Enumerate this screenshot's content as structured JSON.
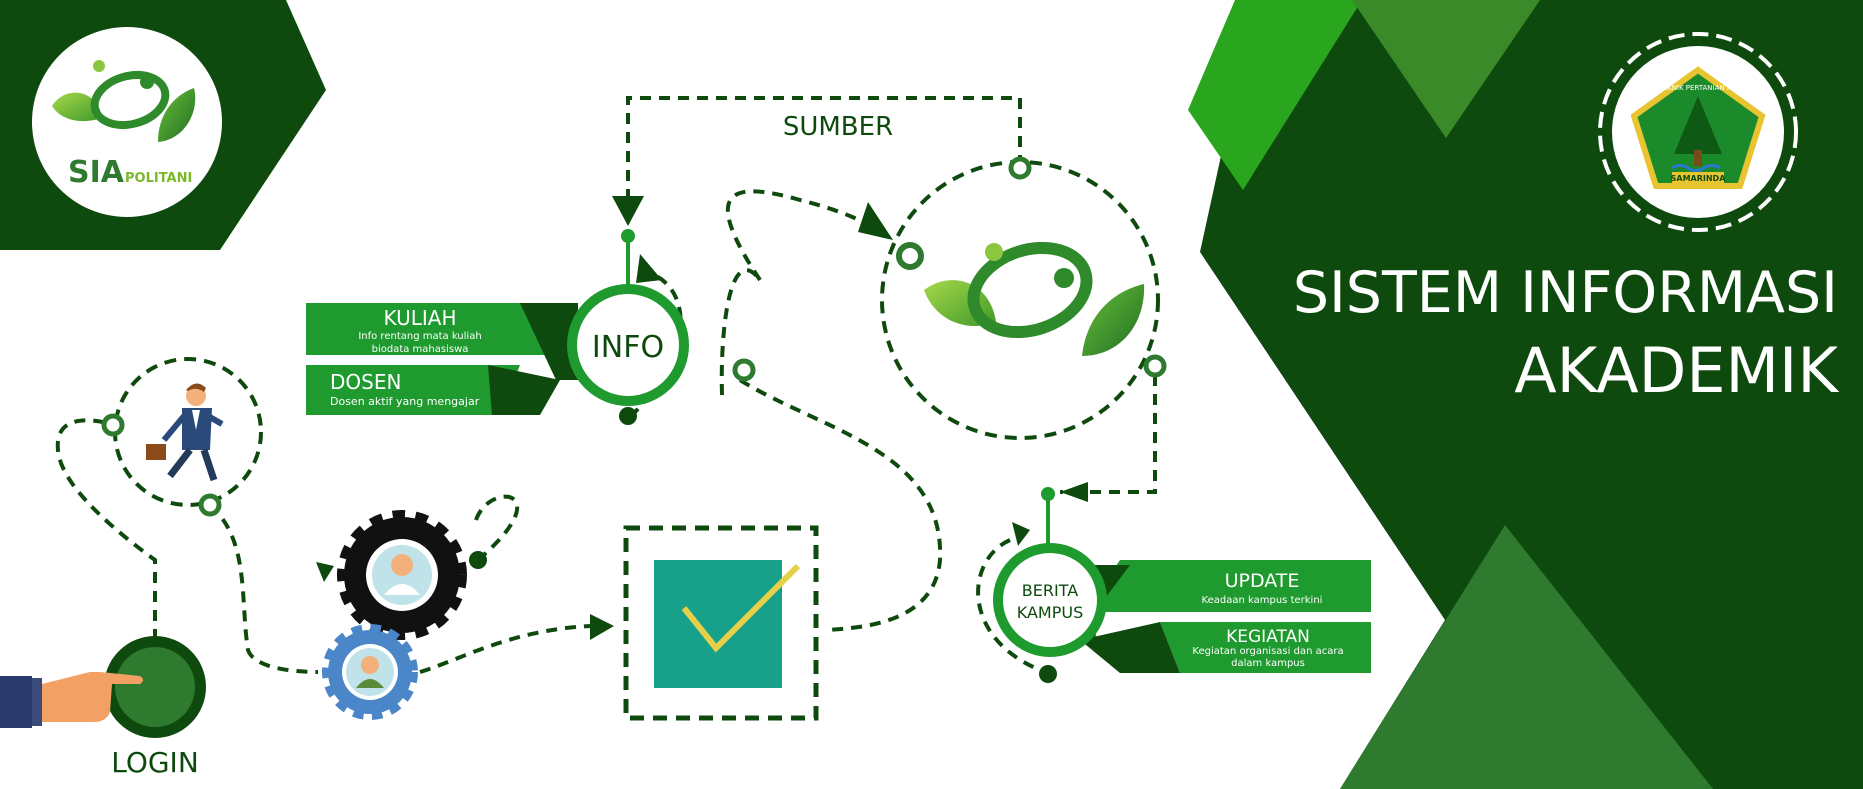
{
  "brand": {
    "name": "SIA",
    "sub": "POLITANI"
  },
  "title": {
    "line1": "SISTEM INFORMASI",
    "line2": "AKADEMIK"
  },
  "badge": {
    "top": "POLITEKNIK PERTANIAN NEGERI",
    "bottom": "SAMARINDA"
  },
  "sumber_label": "SUMBER",
  "info": {
    "center": "INFO",
    "kuliah": {
      "title": "KULIAH",
      "line1": "Info rentang mata kuliah",
      "line2": "biodata mahasiswa"
    },
    "dosen": {
      "title": "DOSEN",
      "line1": "Dosen aktif yang mengajar"
    }
  },
  "berita": {
    "line1": "BERITA",
    "line2": "KAMPUS",
    "update": {
      "title": "UPDATE",
      "line1": "Keadaan kampus terkini"
    },
    "kegiatan": {
      "title": "KEGIATAN",
      "line1": "Kegiatan organisasi dan acara",
      "line2": "dalam kampus"
    }
  },
  "login_label": "LOGIN",
  "colors": {
    "dark_green": "#0e4a0e",
    "mid_green": "#2e7a2e",
    "bright_green": "#2aa51e",
    "banner_green": "#1e9a2e",
    "teal": "#17a08a",
    "check_yellow": "#e6d04a",
    "gear_dark": "#111111",
    "gear_blue": "#4a86c8",
    "skin": "#f3a064",
    "suit": "#2a3a6a"
  }
}
